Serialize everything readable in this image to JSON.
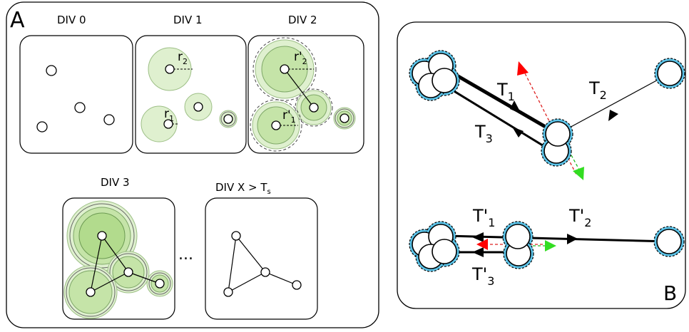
{
  "panel_a": {
    "label": "A",
    "div0": "DIV 0",
    "div1": "DIV 1",
    "div2": "DIV 2",
    "div3": "DIV 3",
    "divx": "DIV X > T",
    "divx_sub": "s",
    "ellipsis": "...",
    "r": "r",
    "r_prime": "r'",
    "sub1": "1",
    "sub2": "2"
  },
  "panel_b": {
    "label": "B",
    "t": "T",
    "t_prime": "T'",
    "sub1": "1",
    "sub2": "2",
    "sub3": "3"
  }
}
